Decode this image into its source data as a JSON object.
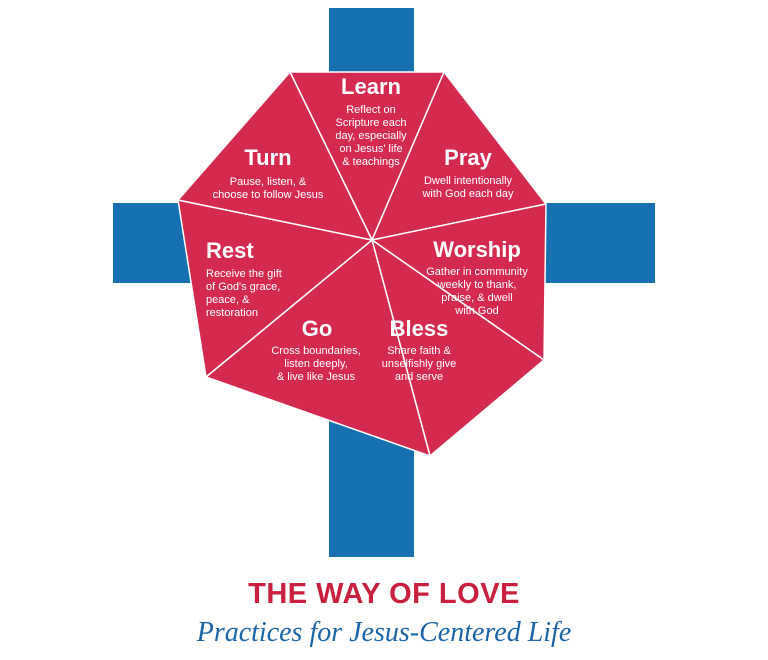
{
  "colors": {
    "cross": "#1770b0",
    "segment": "#d42a50",
    "divider": "#ffffff",
    "title": "#c8203e",
    "subtitle": "#1a64a8"
  },
  "title": "THE WAY OF LOVE",
  "subtitle": "Practices for Jesus-Centered Life",
  "segments": [
    {
      "id": "learn",
      "title": "Learn",
      "lines": [
        "Reflect on",
        "Scripture each",
        "day, especially",
        "on Jesus' life",
        "& teachings"
      ]
    },
    {
      "id": "pray",
      "title": "Pray",
      "lines": [
        "Dwell intentionally",
        "with God each day"
      ]
    },
    {
      "id": "worship",
      "title": "Worship",
      "lines": [
        "Gather in community",
        "weekly to thank,",
        "praise, & dwell",
        "with God"
      ]
    },
    {
      "id": "bless",
      "title": "Bless",
      "lines": [
        "Share faith &",
        "unselfishly give",
        "and serve"
      ]
    },
    {
      "id": "go",
      "title": "Go",
      "lines": [
        "Cross boundaries,",
        "listen deeply,",
        "& live like Jesus"
      ]
    },
    {
      "id": "rest",
      "title": "Rest",
      "lines": [
        "Receive the gift",
        "of God's grace,",
        "peace, &",
        "restoration"
      ]
    },
    {
      "id": "turn",
      "title": "Turn",
      "lines": [
        "Pause, listen, &",
        "choose to follow Jesus"
      ]
    }
  ]
}
